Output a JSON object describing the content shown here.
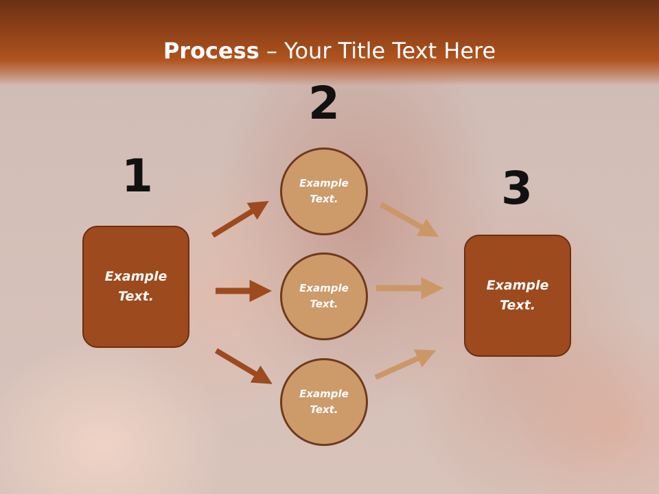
{
  "slide": {
    "title_bold": "Process",
    "title_rest": " – Your Title Text Here",
    "step_numbers": [
      "1",
      "2",
      "3"
    ],
    "left_box": {
      "line1": "Example",
      "line2": "Text."
    },
    "right_box": {
      "line1": "Example",
      "line2": "Text."
    },
    "circles": [
      {
        "line1": "Example",
        "line2": "Text."
      },
      {
        "line1": "Example",
        "line2": "Text."
      },
      {
        "line1": "Example",
        "line2": "Text."
      }
    ]
  },
  "colors": {
    "header": "#b0541f",
    "box_fill": "#9d4a1e",
    "circle_fill": "#cd9a6a",
    "arrow_dark": "#9d4a1e",
    "arrow_light": "#cc9767"
  }
}
